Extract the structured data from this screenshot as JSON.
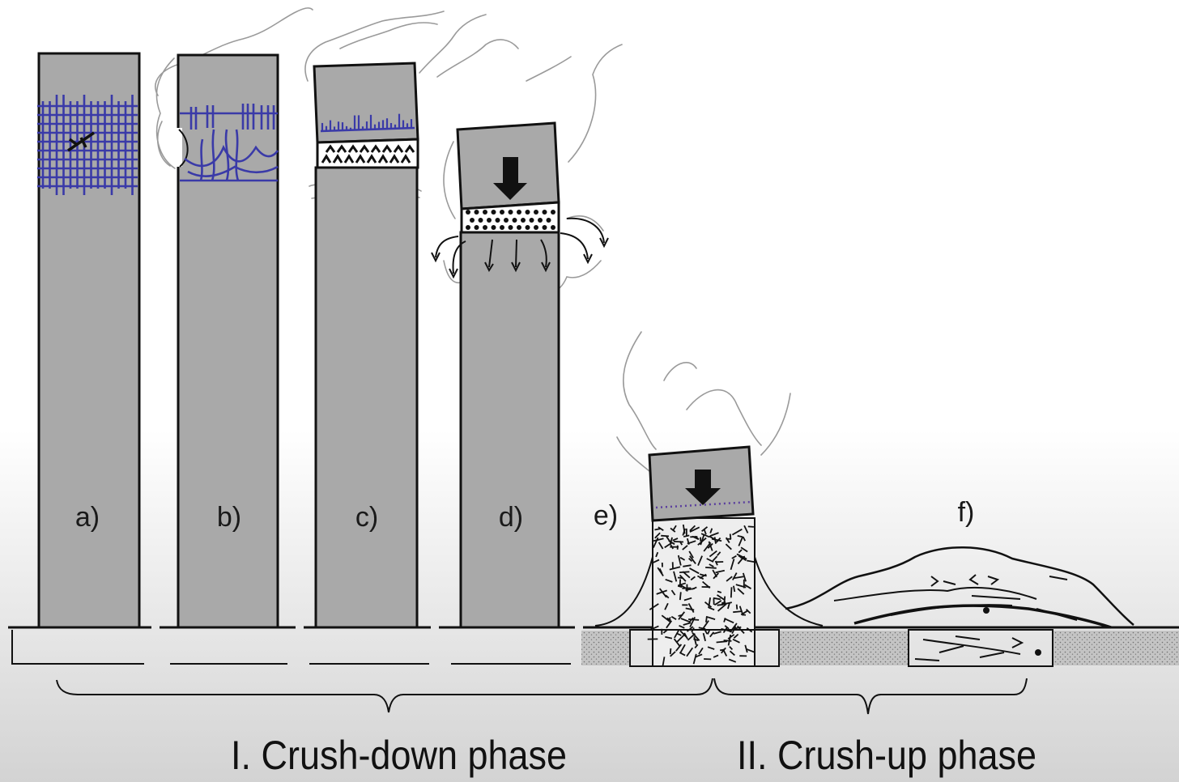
{
  "panels": {
    "a": "a)",
    "b": "b)",
    "c": "c)",
    "d": "d)",
    "e": "e)",
    "f": "f)"
  },
  "phases": {
    "crush_down": "I. Crush-down phase",
    "crush_up": "II. Crush-up phase"
  },
  "colors": {
    "tower": "#a9a9a9",
    "damage_grid": "#3a3aa8",
    "outline": "#111111",
    "smoke": "#9a9a9a"
  }
}
